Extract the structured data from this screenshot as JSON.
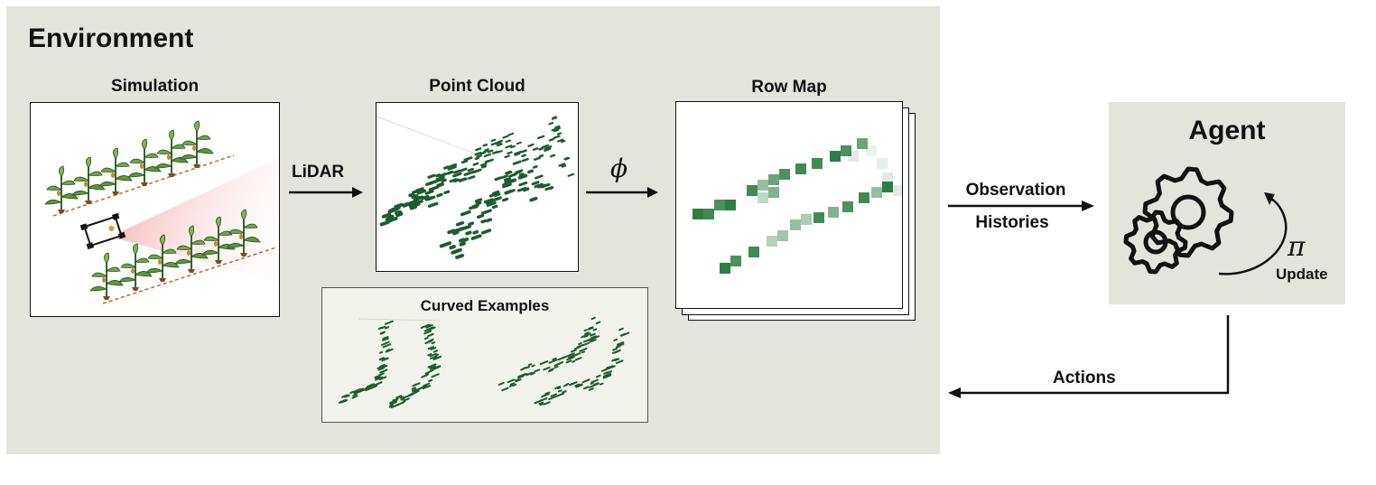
{
  "environment": {
    "title": "Environment",
    "simulation": {
      "caption": "Simulation"
    },
    "point_cloud": {
      "caption": "Point Cloud"
    },
    "row_map": {
      "caption": "Row Map"
    },
    "curved_examples": {
      "caption": "Curved Examples"
    },
    "arrows": {
      "lidar": "LiDAR",
      "phi": "ϕ"
    }
  },
  "agent": {
    "title": "Agent",
    "pi": "π",
    "update": "Update"
  },
  "flows": {
    "observation": "Observation",
    "histories": "Histories",
    "actions": "Actions"
  },
  "colors": {
    "panel": "#e3e5dd",
    "crop_green": "#1d5c2e",
    "map_green": "#2e7d42",
    "cone": "#f2b8b8"
  },
  "icons": [
    "plant-icon",
    "robot-icon",
    "gear-icon",
    "curved-arrow-icon"
  ]
}
